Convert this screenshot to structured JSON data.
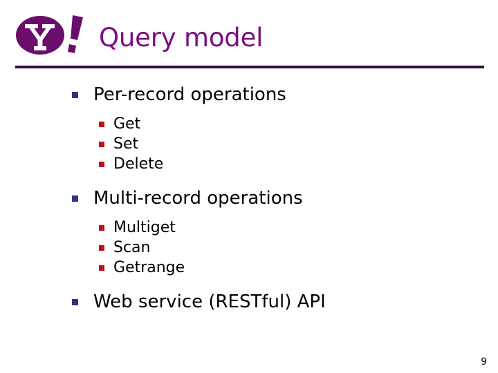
{
  "slide": {
    "title": "Query model",
    "page_number": "9",
    "logo_alt": "Yahoo!",
    "colors": {
      "title_purple": "#7b1080",
      "rule_purple": "#3b0b44",
      "bullet_level1": "#2e3480",
      "bullet_level2": "#bb1313",
      "background": "#ffffff",
      "text": "#000000"
    },
    "groups": [
      {
        "heading": "Per-record operations",
        "items": [
          "Get",
          "Set",
          "Delete"
        ]
      },
      {
        "heading": "Multi-record operations",
        "items": [
          "Multiget",
          "Scan",
          "Getrange"
        ]
      },
      {
        "heading": "Web service (RESTful) API",
        "items": []
      }
    ]
  }
}
